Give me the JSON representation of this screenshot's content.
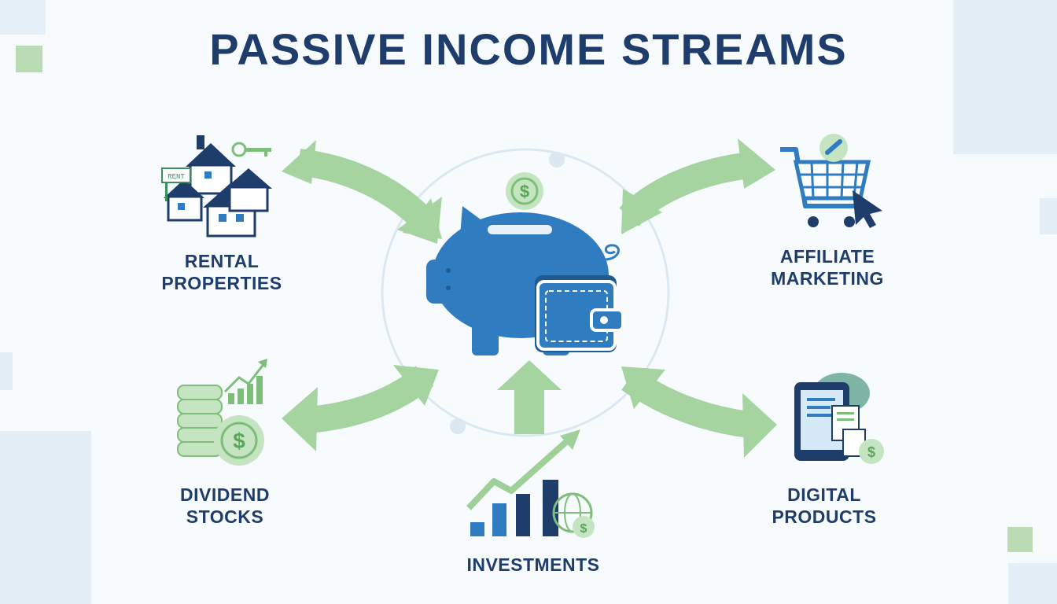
{
  "title": "PASSIVE INCOME STREAMS",
  "colors": {
    "navy": "#1f3d6b",
    "blue": "#2f7cc0",
    "green_arrow": "#9fd09a",
    "green_dark": "#7dbf79",
    "light_blue_block": "#e3eef7",
    "light_green_block": "#b9dcb4"
  },
  "center": {
    "icon": "piggy-bank-with-wallet-icon",
    "coin_icon": "dollar-coin-icon"
  },
  "nodes": {
    "rental": {
      "line1": "RENTAL",
      "line2": "PROPERTIES",
      "icon": "houses-icon",
      "sign_text": "RENT"
    },
    "affiliate": {
      "line1": "AFFILIATE",
      "line2": "MARKETING",
      "icon": "shopping-cart-icon"
    },
    "dividend": {
      "line1": "DIVIDEND",
      "line2": "STOCKS",
      "icon": "coin-stack-icon"
    },
    "digital": {
      "line1": "DIGITAL",
      "line2": "PRODUCTS",
      "icon": "tablet-documents-icon"
    },
    "investments": {
      "line1": "INVESTMENTS",
      "icon": "growth-chart-icon"
    }
  }
}
